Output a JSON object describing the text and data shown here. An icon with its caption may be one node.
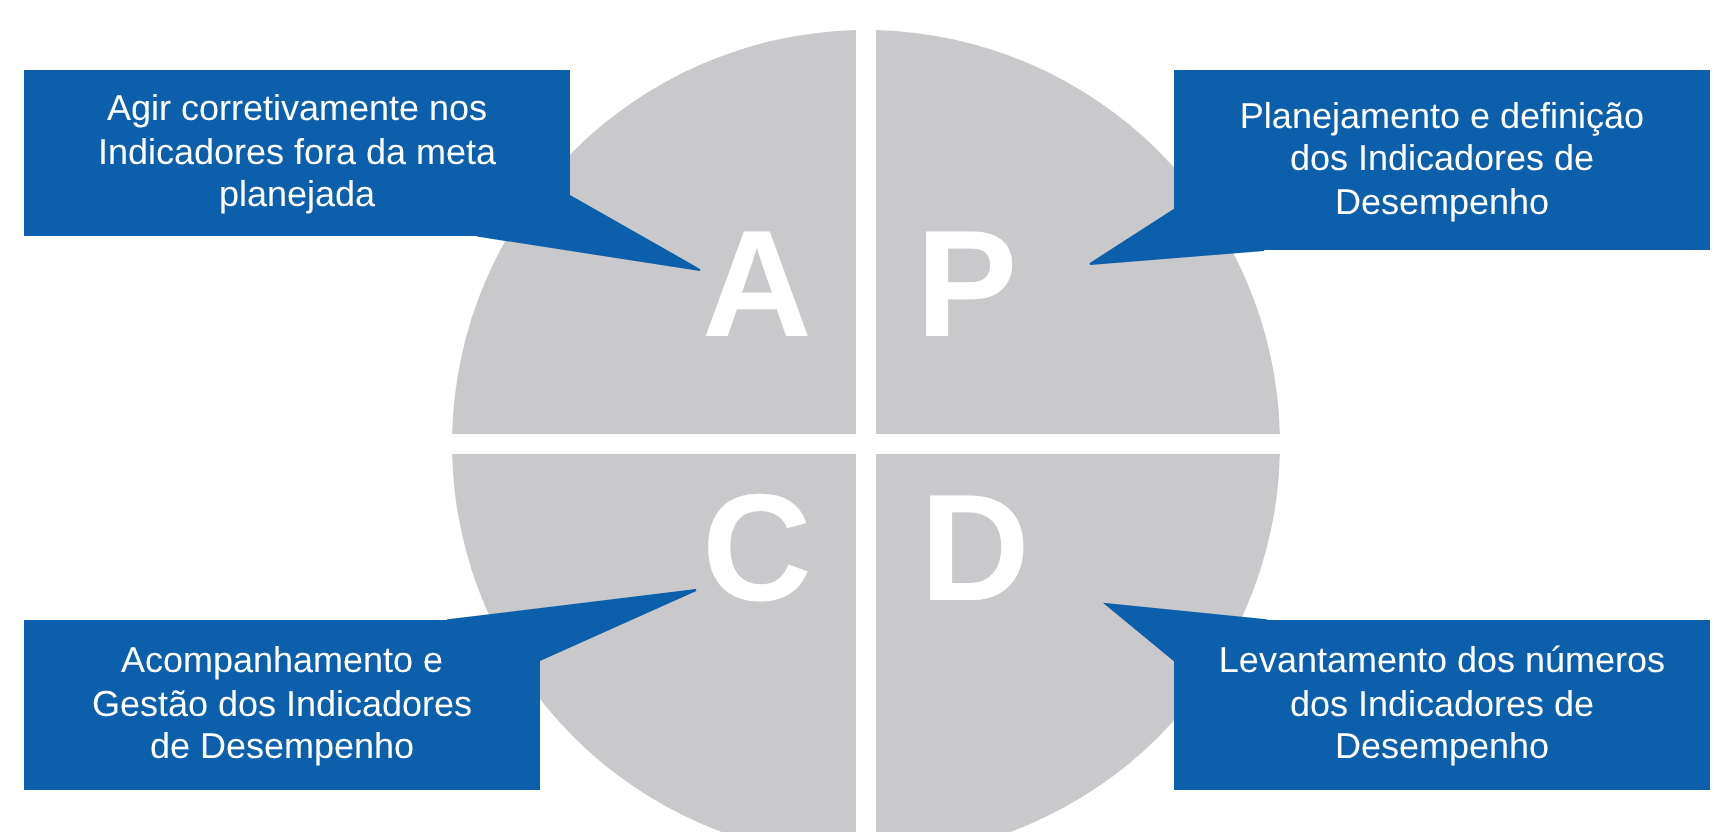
{
  "diagram": {
    "nodes": [
      {
        "text": [
          "Agir corretivamente nos Indicadores fora da meta planejada"
        ]
      },
      {
        "text": [
          "A"
        ]
      },
      {
        "text": [
          "P"
        ]
      },
      {
        "text": [
          "Planejamento e definição dos Indicadores de Desempenho"
        ]
      },
      {
        "text": [
          "C"
        ]
      },
      {
        "text": [
          "D"
        ]
      },
      {
        "text": [
          "Acompanhamento e Gestão dos Indicadores de Desempenho"
        ]
      },
      {
        "text": [
          "Levantamento dos números dos Indicadores de Desempenho"
        ]
      }
    ],
    "edges": [
      {
        "from": 0,
        "to": 1,
        "arrow": "none"
      },
      {
        "from": 3,
        "to": 2,
        "arrow": "none"
      },
      {
        "from": 6,
        "to": 4,
        "arrow": "none"
      },
      {
        "from": 7,
        "to": 5,
        "arrow": "none"
      }
    ]
  }
}
